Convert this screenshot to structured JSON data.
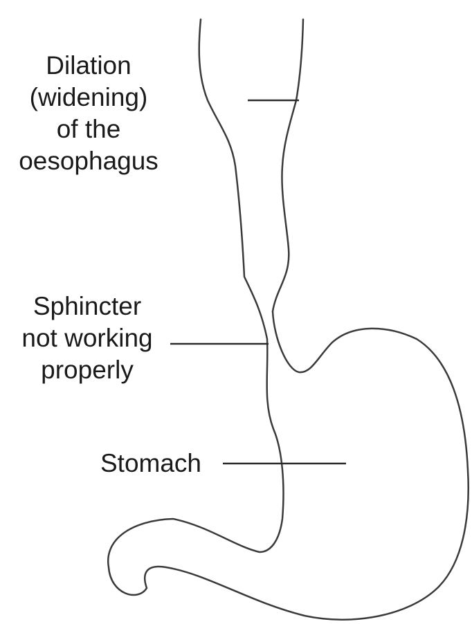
{
  "labels": {
    "dilation": [
      "Dilation",
      "(widening)",
      "of the",
      "oesophagus"
    ],
    "sphincter": [
      "Sphincter",
      "not working",
      "properly"
    ],
    "stomach": [
      "Stomach"
    ]
  },
  "colors": {
    "outline": "#3a3a3a",
    "leader": "#2a2a2a",
    "text": "#1a1a1a",
    "background": "#ffffff"
  }
}
